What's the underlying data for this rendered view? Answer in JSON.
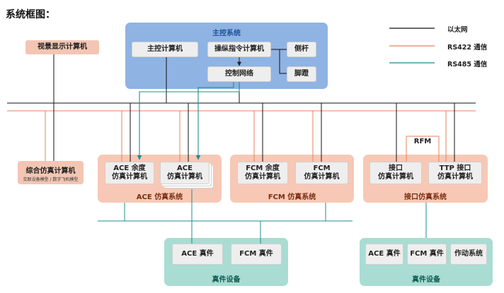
{
  "title": "系统框图：",
  "main_control": {
    "title": "主控系统",
    "main_computer": "主控计算机",
    "command_computer": "操纵指令计算机",
    "side_stick": "侧杆",
    "pedal": "脚蹬",
    "control_network": "控制网络"
  },
  "visual_display": "视景显示计算机",
  "integrated_sim": {
    "title": "综合仿真计算机",
    "subtitle": "交联设备模型 / 数字飞机模型"
  },
  "ace_system": {
    "title": "ACE 仿真系统",
    "boxes": [
      "ACE 余度\n仿真计算机",
      "ACE\n仿真计算机"
    ]
  },
  "fcm_system": {
    "title": "FCM 仿真系统",
    "boxes": [
      "FCM 余度\n仿真计算机",
      "FCM\n仿真计算机"
    ]
  },
  "interface_system": {
    "title": "接口仿真系统",
    "boxes": [
      "接口\n仿真计算机",
      "TTP 接口\n仿真计算机"
    ],
    "rfm": "RFM"
  },
  "real_devices_1": {
    "title": "真件设备",
    "boxes": [
      "ACE 真件",
      "FCM 真件"
    ]
  },
  "real_devices_2": {
    "title": "真件设备",
    "boxes": [
      "ACE 真件",
      "FCM 真件",
      "作动系统"
    ]
  },
  "legend": [
    {
      "label": "以太网",
      "color": "#111111"
    },
    {
      "label": "RS422 通信",
      "color": "#e8825c"
    },
    {
      "label": "RS485 通信",
      "color": "#1f8c8f"
    }
  ]
}
